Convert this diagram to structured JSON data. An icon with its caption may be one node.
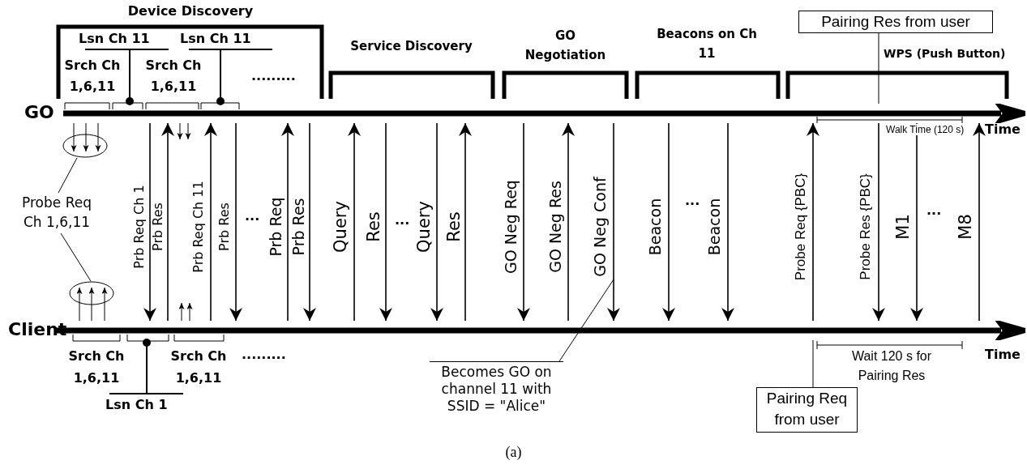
{
  "diagram": {
    "caption": "(a)",
    "nodes": [
      {
        "text": [
          "GO"
        ],
        "beside": [
          "Time"
        ]
      },
      {
        "text": [
          "Client"
        ],
        "beside": [
          "Time"
        ]
      },
      {
        "text": [
          "Pairing Res from user"
        ]
      },
      {
        "text": [
          "Pairing Req from user"
        ]
      },
      {
        "text": [
          "Probe Req Ch 1,6,11"
        ]
      },
      {
        "text": [],
        "shape": "ellipse"
      },
      {
        "text": [],
        "shape": "ellipse"
      },
      {
        "text": [
          "Becomes GO on channel 11 with SSID = \"Alice\""
        ]
      }
    ],
    "edges": [
      {
        "from": 0,
        "to": 1,
        "arrow": "to",
        "label": "Prb Req Ch 1"
      },
      {
        "from": 1,
        "to": 0,
        "arrow": "to",
        "label": "Prb Res"
      },
      {
        "from": 1,
        "to": 0,
        "arrow": "to",
        "label": "Prb Req Ch 11"
      },
      {
        "from": 0,
        "to": 1,
        "arrow": "to",
        "label": "Prb Res"
      },
      {
        "from": 1,
        "to": 0,
        "arrow": "to",
        "label": "Prb Req"
      },
      {
        "from": 0,
        "to": 1,
        "arrow": "to",
        "label": "Prb Res"
      },
      {
        "from": 1,
        "to": 0,
        "arrow": "to",
        "label": "Query"
      },
      {
        "from": 0,
        "to": 1,
        "arrow": "to",
        "label": "Res"
      },
      {
        "from": 0,
        "to": 1,
        "arrow": "to",
        "label": "Query"
      },
      {
        "from": 1,
        "to": 0,
        "arrow": "to",
        "label": "Res"
      },
      {
        "from": 0,
        "to": 1,
        "arrow": "to",
        "label": "GO Neg Req"
      },
      {
        "from": 1,
        "to": 0,
        "arrow": "to",
        "label": "GO Neg Res"
      },
      {
        "from": 0,
        "to": 1,
        "arrow": "to",
        "label": "GO Neg Conf"
      },
      {
        "from": 0,
        "to": 1,
        "arrow": "to",
        "label": "Beacon"
      },
      {
        "from": 0,
        "to": 1,
        "arrow": "to",
        "label": "Beacon"
      },
      {
        "from": 1,
        "to": 0,
        "arrow": "to",
        "label": "Probe Req {PBC}"
      },
      {
        "from": 0,
        "to": 1,
        "arrow": "to",
        "label": "Probe Res {PBC}"
      },
      {
        "from": 0,
        "to": 1,
        "arrow": "to",
        "label": "M1"
      },
      {
        "from": 1,
        "to": 0,
        "arrow": "to",
        "label": "M8"
      },
      {
        "from": 0,
        "to": 5,
        "arrow": "to"
      },
      {
        "from": 0,
        "to": 5,
        "arrow": "to"
      },
      {
        "from": 0,
        "to": 5,
        "arrow": "to"
      },
      {
        "from": 1,
        "to": 6,
        "arrow": "to"
      },
      {
        "from": 1,
        "to": 6,
        "arrow": "to"
      },
      {
        "from": 1,
        "to": 6,
        "arrow": "to"
      },
      {
        "from": 0,
        "to": null,
        "arrow": "to"
      },
      {
        "from": 0,
        "to": null,
        "arrow": "to"
      },
      {
        "from": 1,
        "to": null,
        "arrow": "to"
      },
      {
        "from": 1,
        "to": null,
        "arrow": "to"
      },
      {
        "from": 4,
        "to": 5,
        "arrow": "none"
      },
      {
        "from": 4,
        "to": 6,
        "arrow": "none"
      },
      {
        "from": 7,
        "to": null,
        "arrow": "none"
      },
      {
        "from": 3,
        "to": 1,
        "arrow": "none"
      },
      {
        "from": 2,
        "to": 0,
        "arrow": "none"
      }
    ],
    "labels": [
      "Device Discovery",
      "Lsn Ch 11",
      "Lsn Ch 11",
      "Srch Ch 1,6,11",
      "Srch Ch 1,6,11",
      ".........",
      "Service Discovery",
      "GO Negotiation",
      "Beacons on Ch 11",
      "WPS (Push Button)",
      "Walk Time (120 s)",
      "...",
      "...",
      "...",
      "...",
      "Srch Ch 1,6,11",
      "Srch Ch 1,6,11",
      ".........",
      "Lsn Ch 1",
      "Wait 120 s for Pairing Res"
    ]
  }
}
